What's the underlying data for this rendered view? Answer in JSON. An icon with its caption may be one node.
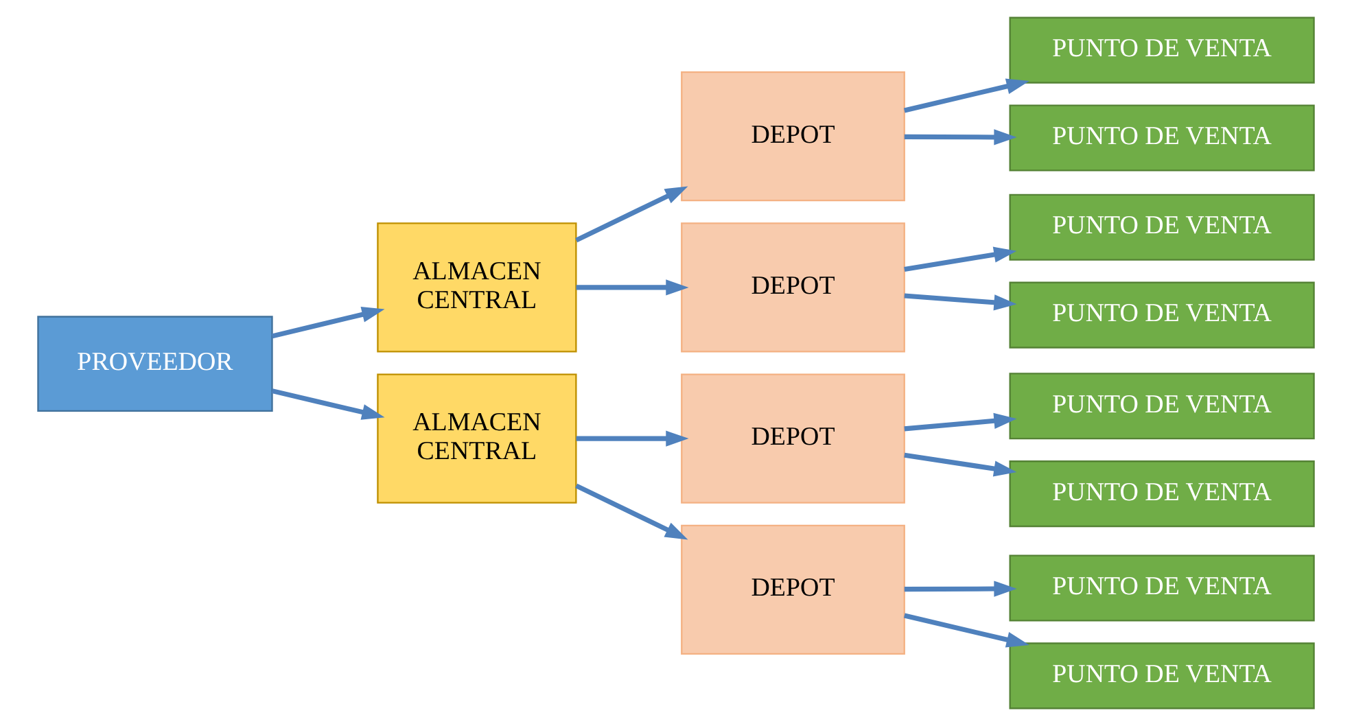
{
  "diagram": {
    "nodes": [
      {
        "text": [
          "PROVEEDOR"
        ]
      },
      {
        "text": [
          "ALMACEN CENTRAL"
        ]
      },
      {
        "text": [
          "ALMACEN CENTRAL"
        ]
      },
      {
        "text": [
          "DEPOT"
        ]
      },
      {
        "text": [
          "DEPOT"
        ]
      },
      {
        "text": [
          "DEPOT"
        ]
      },
      {
        "text": [
          "DEPOT"
        ]
      },
      {
        "text": [
          "PUNTO DE VENTA"
        ]
      },
      {
        "text": [
          "PUNTO DE VENTA"
        ]
      },
      {
        "text": [
          "PUNTO DE VENTA"
        ]
      },
      {
        "text": [
          "PUNTO DE VENTA"
        ]
      },
      {
        "text": [
          "PUNTO DE VENTA"
        ]
      },
      {
        "text": [
          "PUNTO DE VENTA"
        ]
      },
      {
        "text": [
          "PUNTO DE VENTA"
        ]
      },
      {
        "text": [
          "PUNTO DE VENTA"
        ]
      }
    ],
    "edges": [
      {
        "from": 0,
        "to": 1,
        "arrow": "to"
      },
      {
        "from": 0,
        "to": 2,
        "arrow": "to"
      },
      {
        "from": 1,
        "to": 3,
        "arrow": "to"
      },
      {
        "from": 1,
        "to": 4,
        "arrow": "to"
      },
      {
        "from": 2,
        "to": 5,
        "arrow": "to"
      },
      {
        "from": 2,
        "to": 6,
        "arrow": "to"
      },
      {
        "from": 3,
        "to": 7,
        "arrow": "to"
      },
      {
        "from": 3,
        "to": 8,
        "arrow": "to"
      },
      {
        "from": 4,
        "to": 9,
        "arrow": "to"
      },
      {
        "from": 4,
        "to": 10,
        "arrow": "to"
      },
      {
        "from": 5,
        "to": 11,
        "arrow": "to"
      },
      {
        "from": 5,
        "to": 12,
        "arrow": "to"
      },
      {
        "from": 6,
        "to": 13,
        "arrow": "to"
      },
      {
        "from": 6,
        "to": 14,
        "arrow": "to"
      }
    ]
  }
}
